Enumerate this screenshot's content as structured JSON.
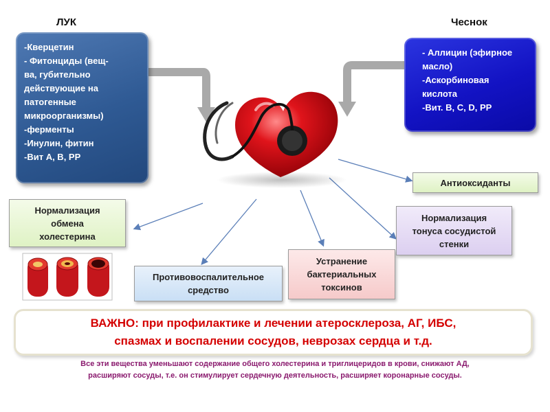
{
  "onion": {
    "title": "ЛУК",
    "items": [
      "-Кверцетин",
      "- Фитонциды (вещ-",
      "ва, губительно",
      "действующие на",
      "патогенные",
      "микроорганизмы)",
      "-ферменты",
      "-Инулин, фитин",
      "-Вит А, В, РР"
    ]
  },
  "garlic": {
    "title": "Чеснок",
    "items": [
      "- Аллицин (эфирное",
      "масло)",
      "-Аскорбиновая",
      "кислота",
      "-Вит.  В, С, D, РР"
    ]
  },
  "effects": {
    "antioxidants": "Антиоксиданты",
    "cholesterol": [
      "Нормализация",
      "обмена",
      "холестерина"
    ],
    "anti_inflammatory": [
      "Противовоспалительное",
      "средство"
    ],
    "toxins": [
      "Устранение",
      "бактериальных",
      "токсинов"
    ],
    "vascular_tone": [
      "Нормализация",
      "тонуса сосудистой",
      "стенки"
    ]
  },
  "important": {
    "line1": "ВАЖНО: при профилактике и лечении атеросклероза, АГ, ИБС,",
    "line2": "спазмах и воспалении сосудов, неврозах сердца и т.д."
  },
  "note": {
    "line1": "Все эти вещества уменьшают содержание общего холестерина и триглицеридов в крови, снижают АД,",
    "line2": "расширяют сосуды, т.е.  он стимулирует сердечную деятельность, расширяет коронарные сосуды."
  },
  "colors": {
    "onion_panel": "#2f5a94",
    "garlic_panel": "#1313c4",
    "green_box": "#eaf7d6",
    "blue_box": "#d6e6f7",
    "pink_box": "#f9dcdc",
    "purple_box": "#e5dcf3",
    "important_text": "#d40000",
    "note_text": "#8a1a6e"
  },
  "icons": [
    "heart-icon",
    "stethoscope-icon",
    "artery-cross-section-icon"
  ]
}
